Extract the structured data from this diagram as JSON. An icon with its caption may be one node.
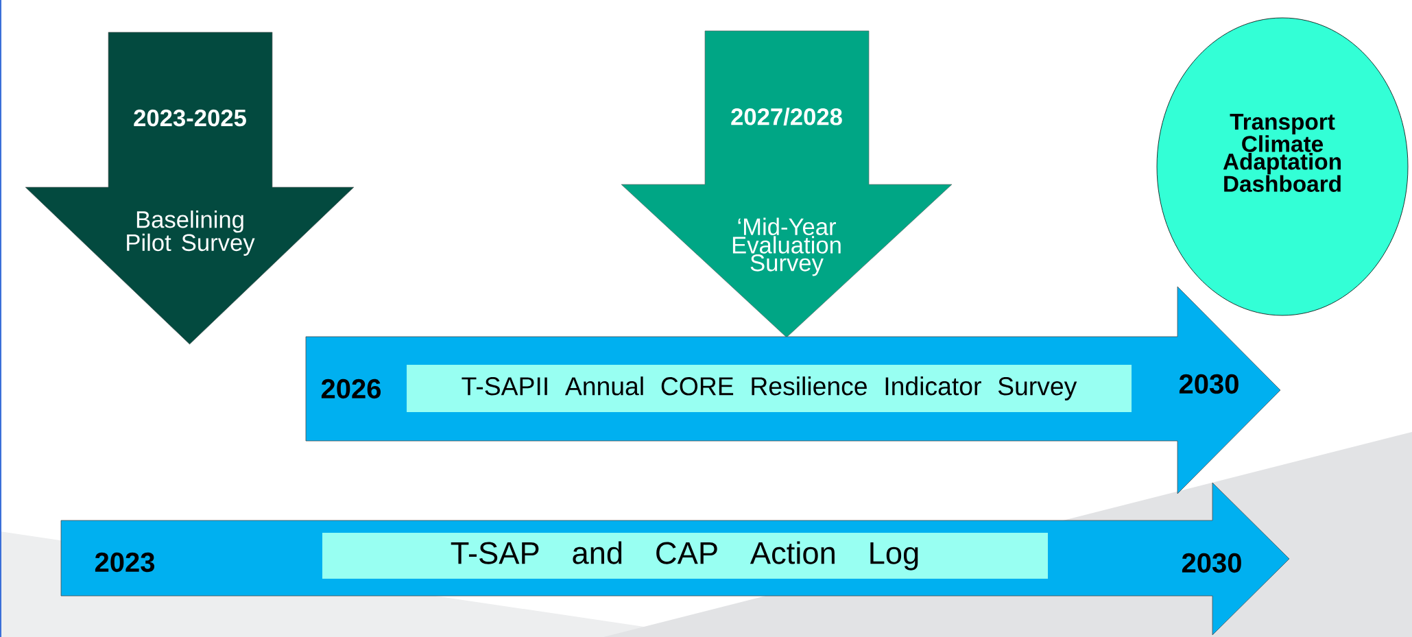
{
  "diagram": {
    "nodes": [
      {
        "text": [
          "2023-2025",
          "Baselining Pilot Survey"
        ]
      },
      {
        "text": [
          "2027/2028",
          "‘Mid-Year Evaluation Survey"
        ]
      },
      {
        "text": [
          "Transport Climate Adaptation Dashboard"
        ]
      },
      {
        "text": [
          "2026",
          "2030"
        ]
      },
      {
        "text": [
          "T-SAPII Annual CORE Resilience Indicator Survey"
        ],
        "in": 3
      },
      {
        "text": [
          "2023",
          "2030"
        ]
      },
      {
        "text": [
          "T-SAP and CAP Action Log"
        ],
        "in": 5
      }
    ]
  }
}
